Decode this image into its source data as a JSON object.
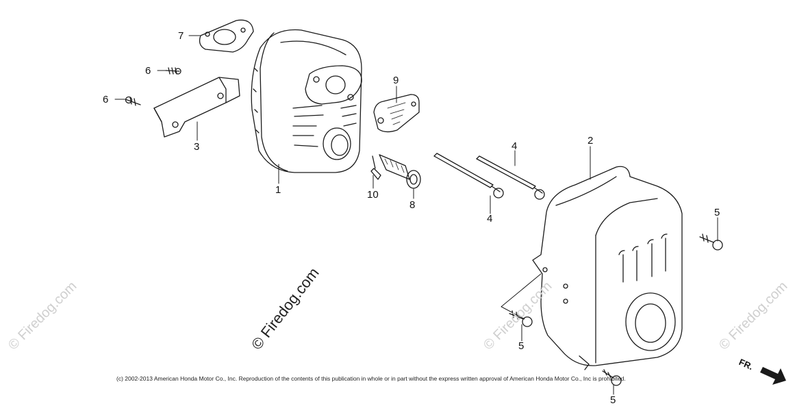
{
  "callouts": {
    "c1": "1",
    "c2": "2",
    "c3": "3",
    "c4a": "4",
    "c4b": "4",
    "c5a": "5",
    "c5b": "5",
    "c5c": "5",
    "c6a": "6",
    "c6b": "6",
    "c7": "7",
    "c8": "8",
    "c9": "9",
    "c10": "10"
  },
  "watermark": {
    "main": "© Firedog.com",
    "left": "© Firedog.com",
    "center_right": "© Firedog.com",
    "right": "© Firedog.com"
  },
  "footer": {
    "copyright": "(c) 2002-2013 American Honda Motor Co., Inc. Reproduction of the contents of this publication in whole or in part without the express written approval of American Honda Motor Co., Inc is prohibited.",
    "direction_label": "FR."
  },
  "colors": {
    "line": "#1a1a1a",
    "watermark": "#cfcfcf"
  }
}
